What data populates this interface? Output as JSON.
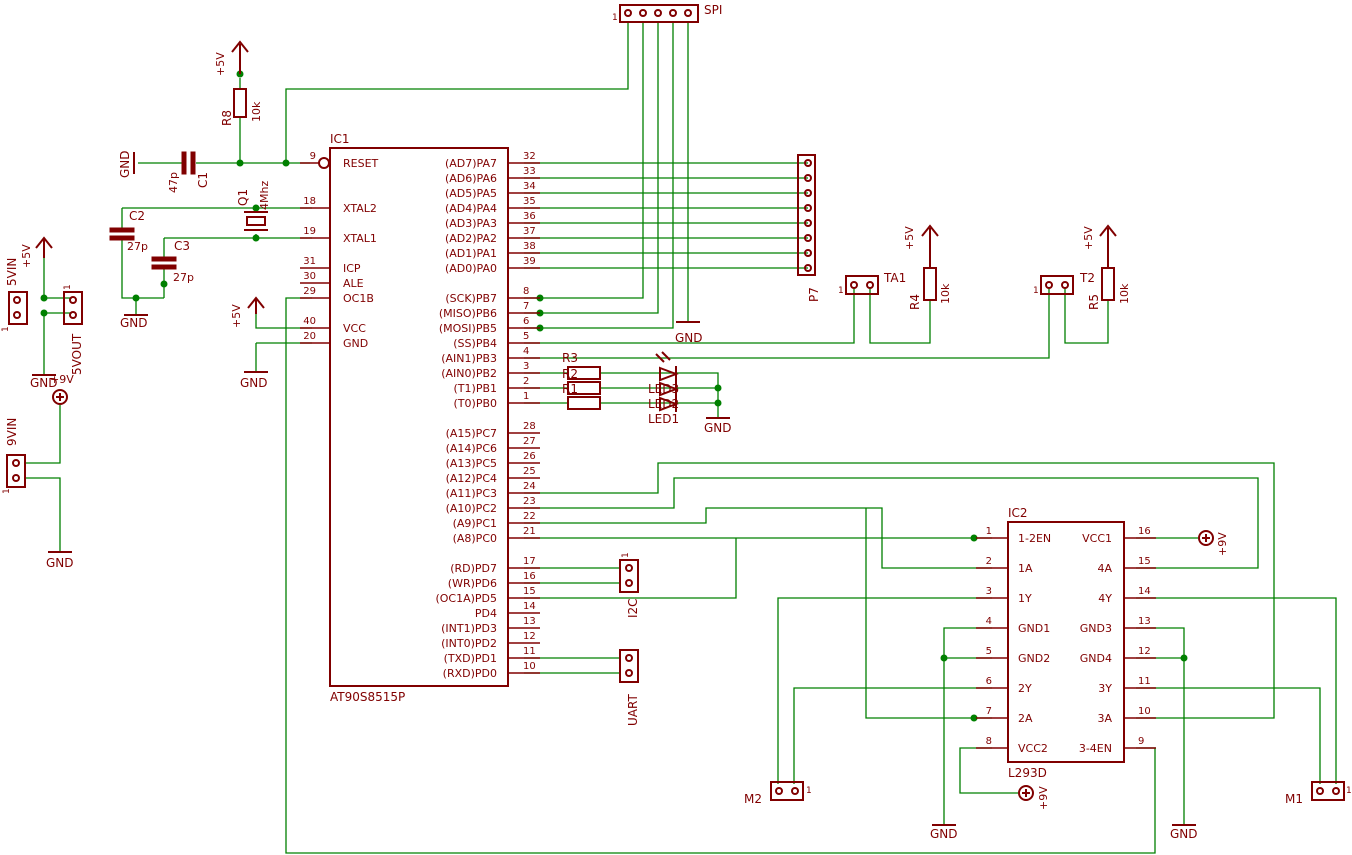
{
  "ic1": {
    "name": "IC1",
    "part": "AT90S8515P",
    "left_pins": [
      {
        "num": "9",
        "label": "RESET"
      },
      {
        "num": "18",
        "label": "XTAL2"
      },
      {
        "num": "19",
        "label": "XTAL1"
      },
      {
        "num": "31",
        "label": "ICP"
      },
      {
        "num": "30",
        "label": "ALE"
      },
      {
        "num": "29",
        "label": "OC1B"
      },
      {
        "num": "40",
        "label": "VCC"
      },
      {
        "num": "20",
        "label": "GND"
      }
    ],
    "right_pins": [
      {
        "num": "32",
        "label": "(AD7)PA7"
      },
      {
        "num": "33",
        "label": "(AD6)PA6"
      },
      {
        "num": "34",
        "label": "(AD5)PA5"
      },
      {
        "num": "35",
        "label": "(AD4)PA4"
      },
      {
        "num": "36",
        "label": "(AD3)PA3"
      },
      {
        "num": "37",
        "label": "(AD2)PA2"
      },
      {
        "num": "38",
        "label": "(AD1)PA1"
      },
      {
        "num": "39",
        "label": "(AD0)PA0"
      },
      {
        "num": "8",
        "label": "(SCK)PB7"
      },
      {
        "num": "7",
        "label": "(MISO)PB6"
      },
      {
        "num": "6",
        "label": "(MOSI)PB5"
      },
      {
        "num": "5",
        "label": "(SS)PB4"
      },
      {
        "num": "4",
        "label": "(AIN1)PB3"
      },
      {
        "num": "3",
        "label": "(AIN0)PB2"
      },
      {
        "num": "2",
        "label": "(T1)PB1"
      },
      {
        "num": "1",
        "label": "(T0)PB0"
      },
      {
        "num": "28",
        "label": "(A15)PC7"
      },
      {
        "num": "27",
        "label": "(A14)PC6"
      },
      {
        "num": "26",
        "label": "(A13)PC5"
      },
      {
        "num": "25",
        "label": "(A12)PC4"
      },
      {
        "num": "24",
        "label": "(A11)PC3"
      },
      {
        "num": "23",
        "label": "(A10)PC2"
      },
      {
        "num": "22",
        "label": "(A9)PC1"
      },
      {
        "num": "21",
        "label": "(A8)PC0"
      },
      {
        "num": "17",
        "label": "(RD)PD7"
      },
      {
        "num": "16",
        "label": "(WR)PD6"
      },
      {
        "num": "15",
        "label": "(OC1A)PD5"
      },
      {
        "num": "14",
        "label": "PD4"
      },
      {
        "num": "13",
        "label": "(INT1)PD3"
      },
      {
        "num": "12",
        "label": "(INT0)PD2"
      },
      {
        "num": "11",
        "label": "(TXD)PD1"
      },
      {
        "num": "10",
        "label": "(RXD)PD0"
      }
    ]
  },
  "ic2": {
    "name": "IC2",
    "part": "L293D",
    "left_pins": [
      {
        "num": "1",
        "label": "1-2EN"
      },
      {
        "num": "2",
        "label": "1A"
      },
      {
        "num": "3",
        "label": "1Y"
      },
      {
        "num": "4",
        "label": "GND1"
      },
      {
        "num": "5",
        "label": "GND2"
      },
      {
        "num": "6",
        "label": "2Y"
      },
      {
        "num": "7",
        "label": "2A"
      },
      {
        "num": "8",
        "label": "VCC2"
      }
    ],
    "right_pins": [
      {
        "num": "16",
        "label": "VCC1"
      },
      {
        "num": "15",
        "label": "4A"
      },
      {
        "num": "14",
        "label": "4Y"
      },
      {
        "num": "13",
        "label": "GND3"
      },
      {
        "num": "12",
        "label": "GND4"
      },
      {
        "num": "11",
        "label": "3Y"
      },
      {
        "num": "10",
        "label": "3A"
      },
      {
        "num": "9",
        "label": "3-4EN"
      }
    ]
  },
  "labels": {
    "spi": "SPI",
    "p7": "P7",
    "ta1": "TA1",
    "t2": "T2",
    "r4": "R4",
    "r5": "R5",
    "r8": "R8",
    "r4_value": "10k",
    "r5_value": "10k",
    "r8_value": "10k",
    "r3": "R3",
    "r2": "R2",
    "r1": "R1",
    "led3": "LED3",
    "led2": "LED2",
    "led1": "LED1",
    "c1": "C1",
    "c1_value": "47p",
    "c2": "C2",
    "c2_value": "27p",
    "c3": "C3",
    "c3_value": "27p",
    "q1": "Q1",
    "q1_value": "4Mhz",
    "i2c": "I2C",
    "uart": "UART",
    "m1": "M1",
    "m2": "M2",
    "vin5": "5VIN",
    "vout5": "5VOUT",
    "vin9": "9VIN",
    "plus5v": "+5V",
    "plus9v": "+9V",
    "gnd": "GND",
    "pin_one": "1"
  }
}
